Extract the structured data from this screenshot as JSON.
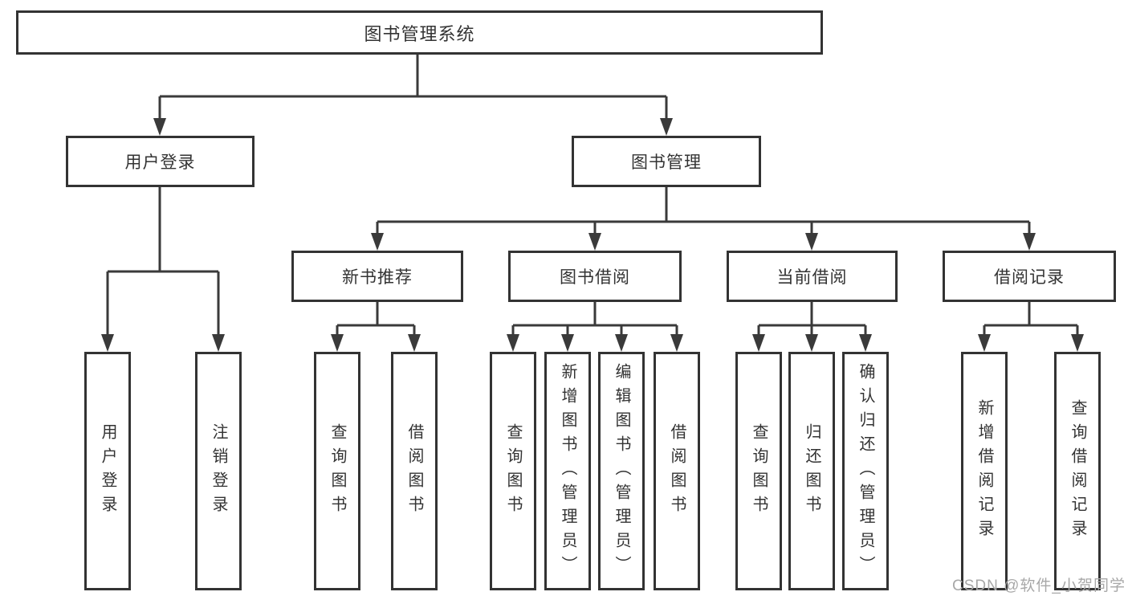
{
  "tree": {
    "root": {
      "label": "图书管理系统",
      "children": [
        {
          "label": "用户登录",
          "children": [
            {
              "label": "用户登录"
            },
            {
              "label": "注销登录"
            }
          ]
        },
        {
          "label": "图书管理",
          "children": [
            {
              "label": "新书推荐",
              "children": [
                {
                  "label": "查询图书"
                },
                {
                  "label": "借阅图书"
                }
              ]
            },
            {
              "label": "图书借阅",
              "children": [
                {
                  "label": "查询图书"
                },
                {
                  "label": "新增图书（管理员）"
                },
                {
                  "label": "编辑图书（管理员）"
                },
                {
                  "label": "借阅图书"
                }
              ]
            },
            {
              "label": "当前借阅",
              "children": [
                {
                  "label": "查询图书"
                },
                {
                  "label": "归还图书"
                },
                {
                  "label": "确认归还（管理员）"
                }
              ]
            },
            {
              "label": "借阅记录",
              "children": [
                {
                  "label": "新增借阅记录"
                },
                {
                  "label": "查询借阅记录"
                }
              ]
            }
          ]
        }
      ]
    }
  },
  "watermark": {
    "text": "CSDN @软件_小贺同学"
  },
  "colors": {
    "line": "#3a3a3a",
    "border": "#333333",
    "text": "#333333",
    "watermark": "#a8a8a8",
    "background": "#ffffff"
  }
}
